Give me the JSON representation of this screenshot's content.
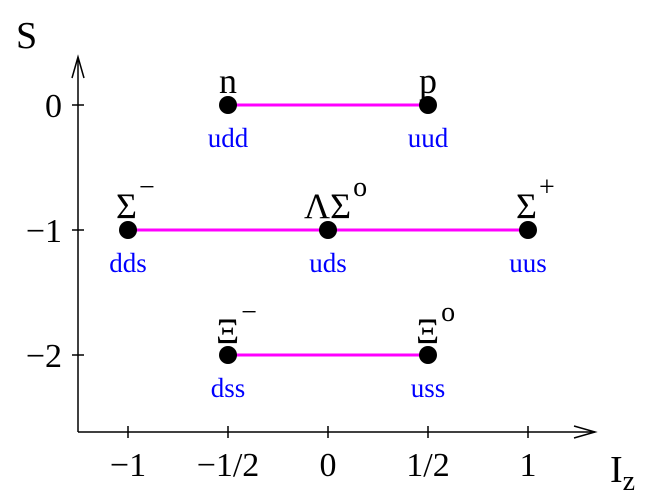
{
  "axes": {
    "y_label": "S",
    "x_label_main": "I",
    "x_label_sub": "z",
    "x_ticks": [
      {
        "value": -1,
        "label": "−1"
      },
      {
        "value": -0.5,
        "label": "−1/2"
      },
      {
        "value": 0,
        "label": "0"
      },
      {
        "value": 0.5,
        "label": "1/2"
      },
      {
        "value": 1,
        "label": "1"
      }
    ],
    "y_ticks": [
      {
        "value": 0,
        "label": "0"
      },
      {
        "value": -1,
        "label": "−1"
      },
      {
        "value": -2,
        "label": "−2"
      }
    ]
  },
  "colors": {
    "line": "#ff00ff",
    "quark": "#0000ff",
    "node": "#000000",
    "axis": "#000000"
  },
  "particles": [
    {
      "iz": -0.5,
      "s": 0,
      "symbol": "n",
      "sup": "",
      "quarks": "udd"
    },
    {
      "iz": 0.5,
      "s": 0,
      "symbol": "p",
      "sup": "",
      "quarks": "uud"
    },
    {
      "iz": -1,
      "s": -1,
      "symbol": "Σ",
      "sup": "−",
      "quarks": "dds"
    },
    {
      "iz": 0,
      "s": -1,
      "symbol": "ΛΣ",
      "sup": "o",
      "quarks": "uds"
    },
    {
      "iz": 1,
      "s": -1,
      "symbol": "Σ",
      "sup": "+",
      "quarks": "uus"
    },
    {
      "iz": -0.5,
      "s": -2,
      "symbol": "Ξ",
      "sup": "−",
      "quarks": "dss"
    },
    {
      "iz": 0.5,
      "s": -2,
      "symbol": "Ξ",
      "sup": "o",
      "quarks": "uss"
    }
  ],
  "links": [
    {
      "from": 0,
      "to": 1
    },
    {
      "from": 2,
      "to": 4
    },
    {
      "from": 5,
      "to": 6
    }
  ]
}
